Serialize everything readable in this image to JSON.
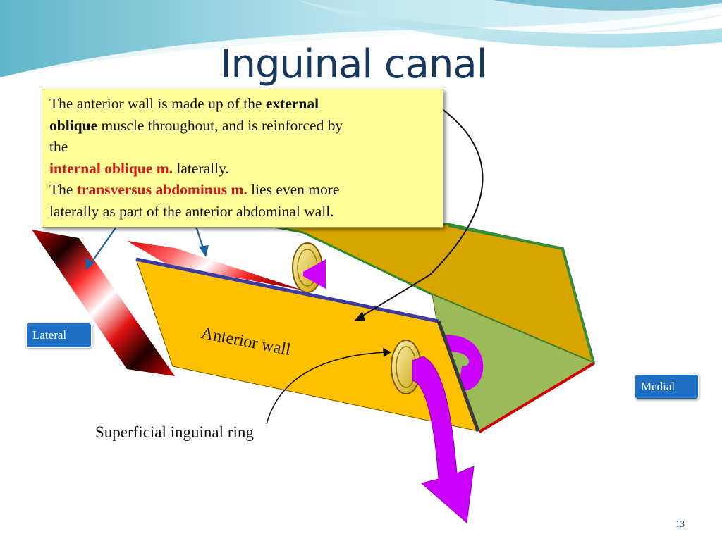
{
  "slide": {
    "title": "Inguinal canal",
    "page_number": "13"
  },
  "callout": {
    "l1_a": "The anterior wall is made up of the ",
    "l1_b": "external",
    "l2_a": "oblique",
    "l2_b": " muscle throughout, and is reinforced by",
    "l3": "the",
    "l4_a": "internal oblique m.",
    "l4_b": " laterally.",
    "l5_a": "The ",
    "l5_b": "transversus  abdominus m.",
    "l5_c": " lies even more",
    "l6": "laterally  as part of the anterior abdominal wall."
  },
  "labels": {
    "lateral": "Lateral",
    "medial": "Medial",
    "anterior_wall": "Anterior wall",
    "superficial_ring": "Superficial inguinal ring"
  },
  "colors": {
    "title": "#17375e",
    "callout_bg": "#ffff99",
    "emphasis_red": "#d01818",
    "badge_blue": "#1f6fc5",
    "wall_yellow": "#ffc000",
    "back_wall_gold": "#d8a800",
    "floor_green": "#9bbb59",
    "arrow_magenta": "#cc00ff",
    "pointer_blue": "#1f5fa0"
  }
}
